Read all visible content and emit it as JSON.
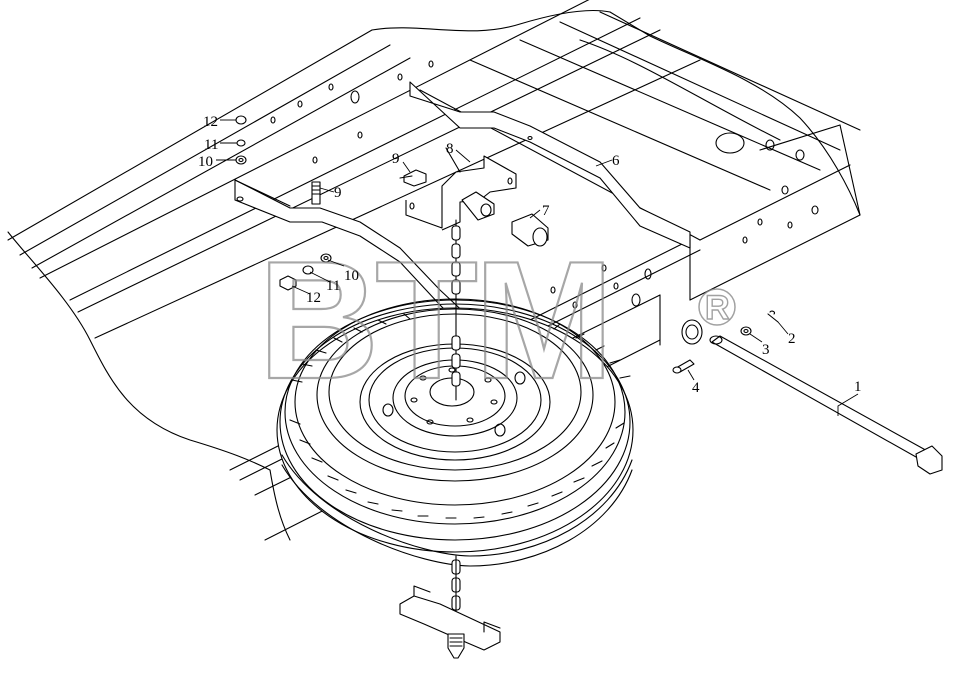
{
  "diagram": {
    "type": "exploded-parts-drawing",
    "callouts": [
      {
        "id": "c1",
        "label": "1"
      },
      {
        "id": "c2",
        "label": "2"
      },
      {
        "id": "c3",
        "label": "3"
      },
      {
        "id": "c4",
        "label": "4"
      },
      {
        "id": "c6",
        "label": "6"
      },
      {
        "id": "c7",
        "label": "7"
      },
      {
        "id": "c8",
        "label": "8"
      },
      {
        "id": "c9a",
        "label": "9"
      },
      {
        "id": "c9b",
        "label": "9"
      },
      {
        "id": "c10a",
        "label": "10"
      },
      {
        "id": "c11a",
        "label": "11"
      },
      {
        "id": "c12a",
        "label": "12"
      },
      {
        "id": "c10b",
        "label": "10"
      },
      {
        "id": "c11b",
        "label": "11"
      },
      {
        "id": "c12b",
        "label": "12"
      }
    ]
  },
  "watermark": {
    "text": "BTM",
    "registered_mark": "R"
  }
}
